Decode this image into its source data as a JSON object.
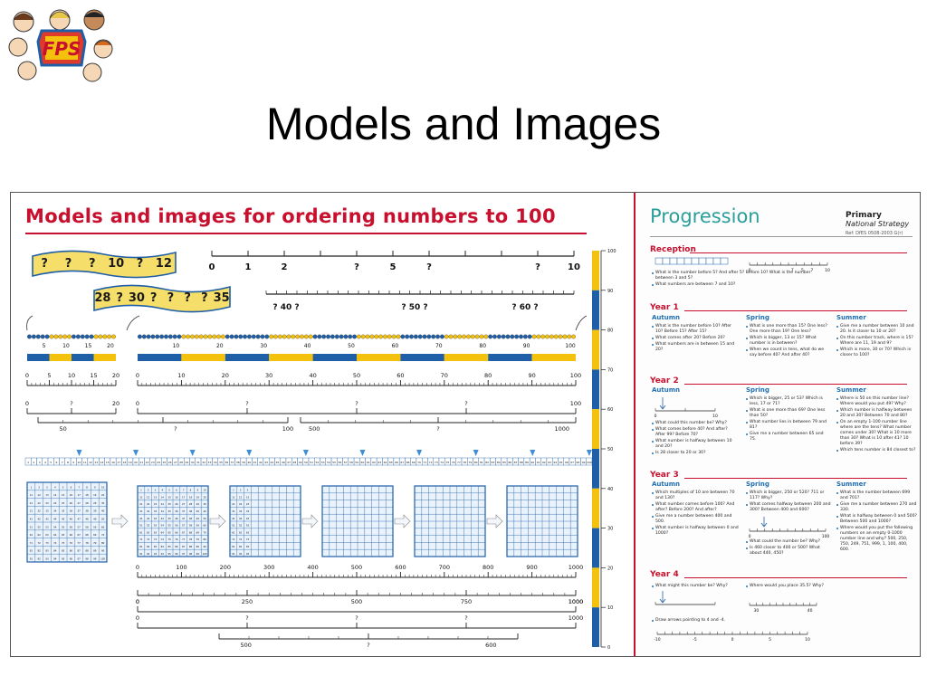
{
  "slide": {
    "title": "Models and Images",
    "logo_text": "FPS",
    "colors": {
      "accent_red": "#c8102e",
      "bead_yellow": "#f4c20d",
      "bead_blue": "#1f5fa8",
      "teal": "#2a9e9a"
    }
  },
  "poster": {
    "title": "Models and images for ordering numbers to 100",
    "banner1": [
      "?",
      "?",
      "?",
      "10",
      "?",
      "12"
    ],
    "banner2": [
      "28",
      "?",
      "30",
      "?",
      "?",
      "?",
      "?",
      "35"
    ],
    "line1_labels": [
      "0",
      "1",
      "2",
      "?",
      "5",
      "?",
      "?",
      "10"
    ],
    "line2_labels": [
      "? 40 ?",
      "? 50 ?",
      "? 60 ?"
    ],
    "short_bead_labels": [
      "5",
      "10",
      "15",
      "20"
    ],
    "long_bead_labels": [
      "10",
      "20",
      "30",
      "40",
      "50",
      "60",
      "70",
      "80",
      "90",
      "100"
    ],
    "short_line_labels": [
      "0",
      "5",
      "10",
      "15",
      "20"
    ],
    "long_line_labels": [
      "0",
      "10",
      "20",
      "30",
      "40",
      "50",
      "60",
      "70",
      "80",
      "90",
      "100"
    ],
    "short_empty_labels": [
      "0",
      "?",
      "20"
    ],
    "long_empty_labels": [
      "0",
      "?",
      "?",
      "?",
      "100"
    ],
    "half_line_left": [
      "50",
      "?",
      "100"
    ],
    "half_line_right": [
      "500",
      "?",
      "1000"
    ],
    "thousand_labels": [
      "0",
      "100",
      "200",
      "300",
      "400",
      "500",
      "600",
      "700",
      "800",
      "900",
      "1000"
    ],
    "quarter_labels": [
      "0",
      "250",
      "500",
      "750",
      "1000"
    ],
    "zero_thousand": [
      "0",
      "1000"
    ],
    "question_thousand": [
      "0",
      "?",
      "?",
      "?",
      "1000"
    ],
    "bottom_labels": [
      "500",
      "?",
      "600"
    ],
    "vertical_scale": [
      "100",
      "90",
      "80",
      "70",
      "60",
      "50",
      "40",
      "30",
      "20",
      "10",
      "0"
    ]
  },
  "progression": {
    "title": "Progression",
    "brand_line1": "Primary",
    "brand_line2": "National Strategy",
    "brand_ref": "Ref: DfES 0508-2003 G(r)",
    "seasons": [
      "Autumn",
      "Spring",
      "Summer"
    ],
    "reception": {
      "label": "Reception",
      "items": [
        "What is the number before 5? And after 5? Before 10? What is the number between 3 and 5?",
        "What numbers are between 7 and 10?"
      ],
      "line_labels": [
        "0",
        "7",
        "5",
        "7",
        "10"
      ]
    },
    "year1": {
      "label": "Year 1",
      "autumn": [
        "What is the number before 10? After 10? Before 15? After 15?",
        "What comes after 20? Before 20?",
        "What numbers are in between 15 and 20?"
      ],
      "spring": [
        "What is one more than 15? One less? One more than 19? One less?",
        "Which is bigger, 13 or 15? What number is in between?",
        "When we count in tens, what do we say before 40? And after 40?"
      ],
      "summer": [
        "Give me a number between 10 and 20. Is it closer to 10 or 20?",
        "On this number track, where is 15? Where are 11, 19 and 9?",
        "Which is more, 30 or 70? Which is closer to 100?"
      ]
    },
    "year2": {
      "label": "Year 2",
      "autumn": [
        "What could this number be? Why?",
        "What comes before 40? And after? After 99? Before 70?",
        "What number is halfway between 10 and 20?",
        "Is 28 closer to 20 or 30?"
      ],
      "spring": [
        "Which is bigger, 25 or 53? Which is less, 17 or 71?",
        "What is one more than 69? One less than 50?",
        "What number lies in between 79 and 81?",
        "Give me a number between 65 and 75."
      ],
      "summer": [
        "Where is 50 on this number line? Where would you put 49? Why?",
        "Which number is halfway between 20 and 30? Between 70 and 80?",
        "On an empty 1-100 number line where are the tens? What number comes under 30? What is 10 more than 30? What is 10 after 41? 10 before 39?",
        "Which tens number is 84 closest to?"
      ],
      "autumn_line": [
        "0",
        "10"
      ]
    },
    "year3": {
      "label": "Year 3",
      "autumn": [
        "Which multiples of 10 are between 70 and 130?",
        "What number comes before 100? And after? Before 200? And after?",
        "Give me a number between 400 and 500.",
        "What number is halfway between 0 and 1000?"
      ],
      "spring": [
        "Which is bigger, 250 or 520? 711 or 117? Why?",
        "What comes halfway between 200 and 300? Between 400 and 600?",
        "What could the number be? Why?",
        "Is 460 closer to 400 or 500? What about 440, 450?"
      ],
      "summer": [
        "What is the number between 699 and 701?",
        "Give me a number between 270 and 330.",
        "What is halfway between 0 and 500? Between 500 and 1000?",
        "Where would you put the following numbers on an empty 0-1000 number line and why? 500, 250, 750, 249, 751, 999, 1, 100, 400, 600."
      ],
      "spring_line": [
        "0",
        "100"
      ]
    },
    "year4": {
      "label": "Year 4",
      "items": [
        "What might this number be? Why?",
        "Where would you place 35.5? Why?",
        "Draw arrows pointing to 4 and -4."
      ],
      "mid_line": [
        "30",
        "40"
      ],
      "bottom_line": [
        "-10",
        "-5",
        "0",
        "5",
        "10"
      ]
    }
  }
}
